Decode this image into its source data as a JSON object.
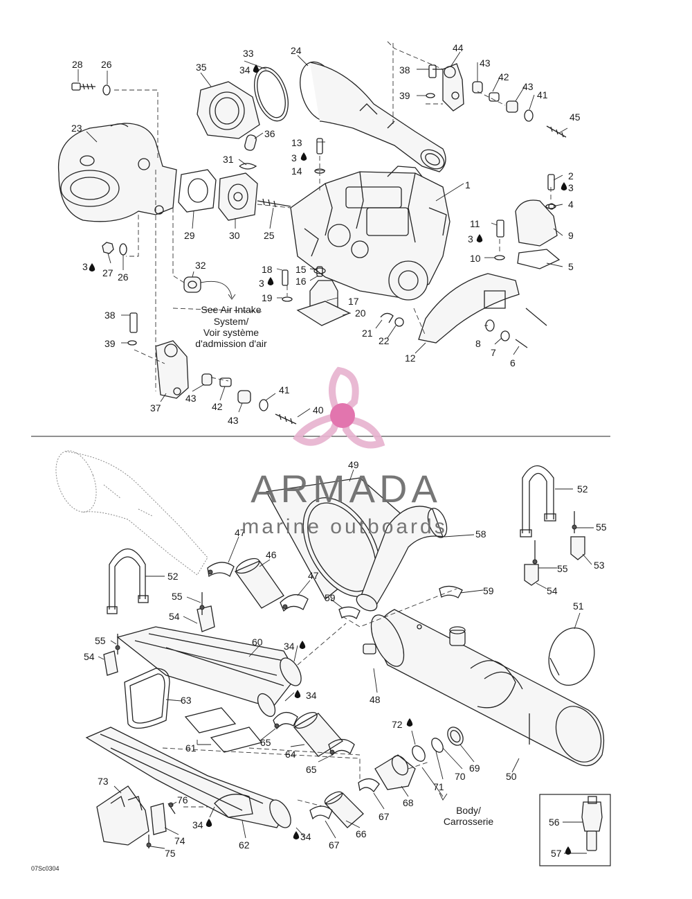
{
  "callouts": {
    "c1": "1",
    "c2": "2",
    "c3a": "3",
    "c4": "4",
    "c5": "5",
    "c6": "6",
    "c7": "7",
    "c8": "8",
    "c9": "9",
    "c10": "10",
    "c11": "11",
    "c3b": "3",
    "c12": "12",
    "c13": "13",
    "c3c": "3",
    "c14": "14",
    "c15": "15",
    "c16": "16",
    "c17": "17",
    "c18": "18",
    "c3d": "3",
    "c19": "19",
    "c20": "20",
    "c21": "21",
    "c22": "22",
    "c23": "23",
    "c24": "24",
    "c25": "25",
    "c26a": "26",
    "c26b": "26",
    "c27": "27",
    "c3e": "3",
    "c28": "28",
    "c29": "29",
    "c30": "30",
    "c31": "31",
    "c32": "32",
    "c33": "33",
    "c34a": "34",
    "c35": "35",
    "c36": "36",
    "c37": "37",
    "c38a": "38",
    "c39a": "39",
    "c38b": "38",
    "c39b": "39",
    "c40": "40",
    "c41a": "41",
    "c41b": "41",
    "c42a": "42",
    "c42b": "42",
    "c43a": "43",
    "c43b": "43",
    "c43c": "43",
    "c43d": "43",
    "c44": "44",
    "c45": "45",
    "c46": "46",
    "c47a": "47",
    "c47b": "47",
    "c48": "48",
    "c49": "49",
    "c50": "50",
    "c51": "51",
    "c52a": "52",
    "c52b": "52",
    "c53": "53",
    "c54a": "54",
    "c54b": "54",
    "c54c": "54",
    "c55a": "55",
    "c55b": "55",
    "c55c": "55",
    "c55d": "55",
    "c56": "56",
    "c57": "57",
    "c58": "58",
    "c59a": "59",
    "c59b": "59",
    "c60": "60",
    "c61": "61",
    "c62": "62",
    "c63": "63",
    "c64": "64",
    "c65a": "65",
    "c65b": "65",
    "c66": "66",
    "c67a": "67",
    "c67b": "67",
    "c68": "68",
    "c69": "69",
    "c70": "70",
    "c71": "71",
    "c72": "72",
    "c73": "73",
    "c74": "74",
    "c75": "75",
    "c76": "76",
    "c34b": "34",
    "c34c": "34",
    "c34d": "34",
    "c34e": "34"
  },
  "notes": {
    "air_intake_line1": "See Air Intake",
    "air_intake_line2": "System/",
    "air_intake_line3": "Voir système",
    "air_intake_line4": "d'admission d'air",
    "body_line1": "Body/",
    "body_line2": "Carrosserie"
  },
  "drawing_code": "07Sc0304",
  "watermark": {
    "brand": "ARMADA",
    "tagline": "marine outboards",
    "logo_color": "#e8b4d0",
    "logo_center_color": "#e06aa8",
    "text_color": "#6b6b6b"
  }
}
